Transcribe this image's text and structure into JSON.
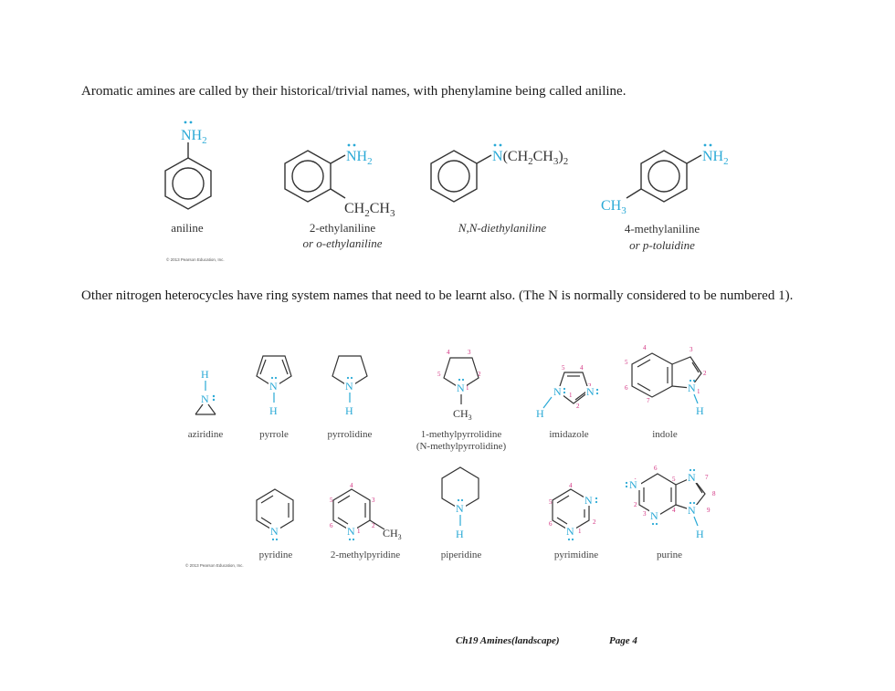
{
  "intro_text": "Aromatic amines are called by their historical/trivial names, with phenylamine being called aniline.",
  "amines": {
    "aniline": {
      "name": "aniline",
      "group": "NH2"
    },
    "ethylaniline": {
      "name": "2-ethylaniline",
      "alt": "or o-ethylaniline",
      "group": "NH2",
      "sub": "CH2CH3"
    },
    "diethylaniline": {
      "name": "N,N-diethylaniline",
      "group": "N(CH2CH3)2"
    },
    "methylaniline": {
      "name": "4-methylaniline",
      "alt": "or p-toluidine",
      "group": "NH2",
      "sub": "CH3"
    },
    "copyright": "© 2013 Pearson Education, Inc."
  },
  "heterocycle_text": "Other nitrogen heterocycles have ring system names that need to be learnt also. (The N is normally considered to be numbered 1).",
  "heterocycles": {
    "aziridine": "aziridine",
    "pyrrole": "pyrrole",
    "pyrrolidine": "pyrrolidine",
    "methylpyrrolidine": "1-methylpyrrolidine",
    "methylpyrrolidine_alt": "(N-methylpyrrolidine)",
    "imidazole": "imidazole",
    "indole": "indole",
    "pyridine": "pyridine",
    "methylpyridine": "2-methylpyridine",
    "piperidine": "piperidine",
    "pyrimidine": "pyrimidine",
    "purine": "purine",
    "copyright": "© 2013 Pearson Education, Inc."
  },
  "atoms": {
    "N": "N",
    "H": "H",
    "CH3": "CH3"
  },
  "footer": {
    "chapter": "Ch19 Amines(landscape)",
    "page": "Page 4"
  },
  "colors": {
    "nitrogen": "#29a9d6",
    "locant": "#d12d7e",
    "bond": "#333333"
  }
}
